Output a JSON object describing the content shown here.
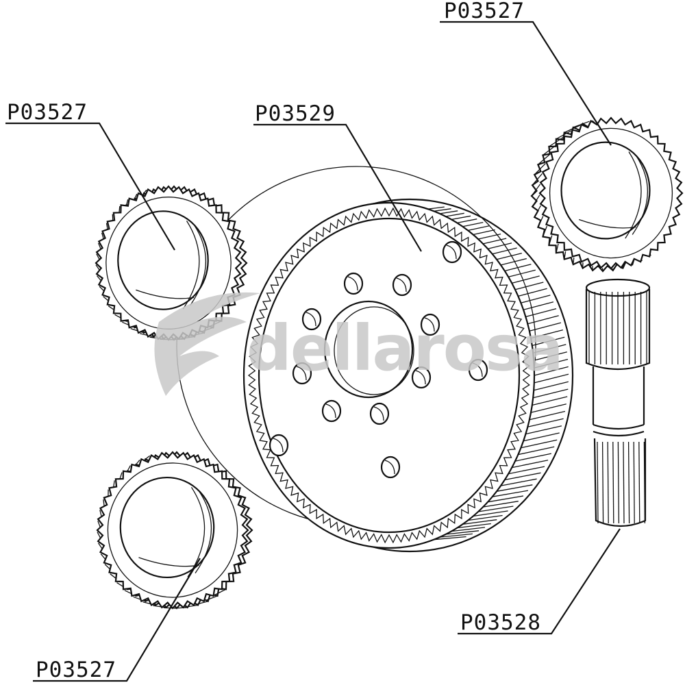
{
  "diagram": {
    "watermark": "dellarosa",
    "colors": {
      "ink": "#111111",
      "watermark": "#c8c8c8",
      "background": "#ffffff"
    },
    "labels": {
      "gear_top_right": "P03527",
      "gear_left": "P03527",
      "ring_gear": "P03529",
      "gear_bottom_left": "P03527",
      "shaft": "P03528"
    }
  }
}
